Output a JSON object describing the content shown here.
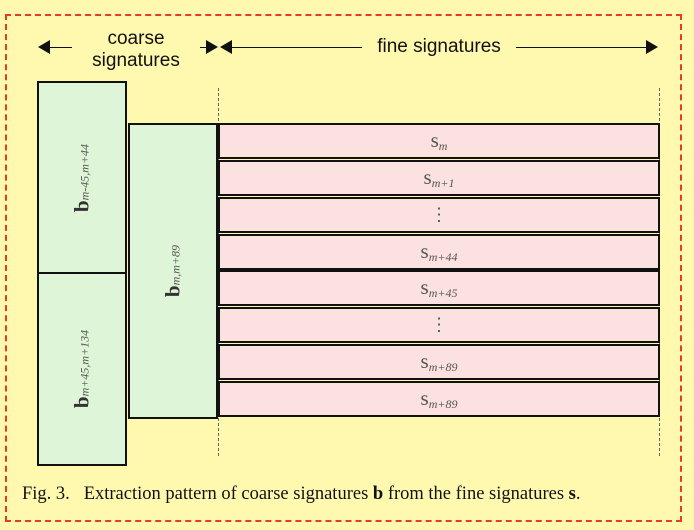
{
  "header": {
    "coarse_line1": "coarse",
    "coarse_line2": "signatures",
    "fine": "fine signatures"
  },
  "coarse_blocks": [
    {
      "base": "b",
      "sub": "m-45,m+44"
    },
    {
      "base": "b",
      "sub": "m,m+89"
    },
    {
      "base": "b",
      "sub": "m+45,m+134"
    }
  ],
  "fine_rows": [
    {
      "base": "s",
      "sub": "m"
    },
    {
      "base": "s",
      "sub": "m+1"
    },
    {
      "dots": "⋮"
    },
    {
      "base": "s",
      "sub": "m+44"
    },
    {
      "base": "s",
      "sub": "m+45"
    },
    {
      "dots": "⋮"
    },
    {
      "base": "s",
      "sub": "m+89"
    },
    {
      "base": "s",
      "sub": "m+89"
    }
  ],
  "caption": {
    "prefix": "Fig. 3.",
    "text": "Extraction pattern of coarse signatures",
    "b": "b",
    "middle": "from the fine signatures",
    "s": "s",
    "end": "."
  },
  "colors": {
    "background": "#fff9b0",
    "frame": "#e53a2c",
    "coarse_fill": "#dff5d7",
    "fine_fill": "#fbe1df"
  }
}
